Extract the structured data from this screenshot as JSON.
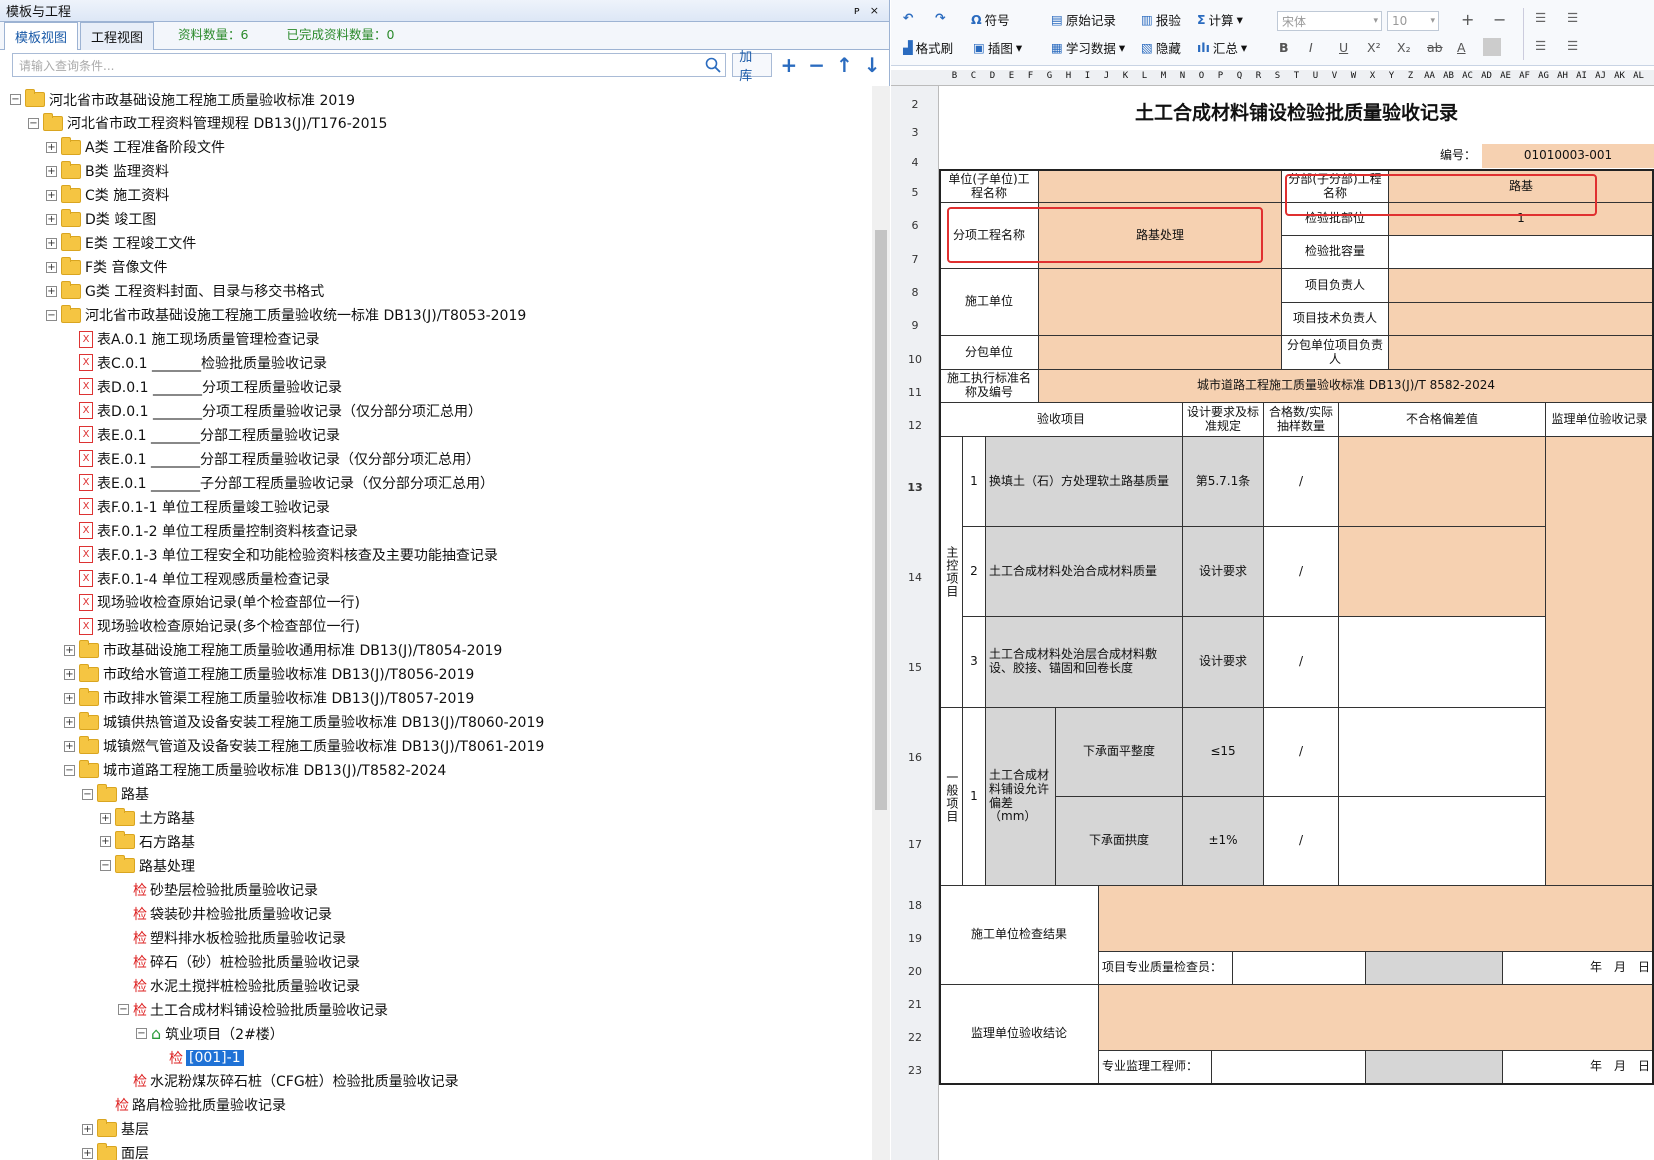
{
  "left_panel": {
    "title": "模板与工程",
    "pin": "ᴘ",
    "close": "×",
    "tabs": [
      "模板视图",
      "工程视图"
    ],
    "data_count": "资料数量：6",
    "done_count": "已完成资料数量：0",
    "search_placeholder": "请输入查询条件...",
    "btn_add_lib": "加库",
    "tree": [
      {
        "label": "河北省市政基础设施工程施工质量验收标准 2019",
        "icon": "folder-icon",
        "level": 0,
        "exp": "-"
      },
      {
        "label": "河北省市政工程资料管理规程 DB13(J)/T176-2015",
        "icon": "folder-icon",
        "level": 1,
        "exp": "-"
      },
      {
        "label": "A类 工程准备阶段文件",
        "icon": "folder-icon",
        "level": 2,
        "exp": "+"
      },
      {
        "label": "B类 监理资料",
        "icon": "folder-icon",
        "level": 2,
        "exp": "+"
      },
      {
        "label": "C类 施工资料",
        "icon": "folder-icon",
        "level": 2,
        "exp": "+"
      },
      {
        "label": "D类 竣工图",
        "icon": "folder-icon",
        "level": 2,
        "exp": "+"
      },
      {
        "label": "E类 工程竣工文件",
        "icon": "folder-icon",
        "level": 2,
        "exp": "+"
      },
      {
        "label": "F类 音像文件",
        "icon": "folder-icon",
        "level": 2,
        "exp": "+"
      },
      {
        "label": "G类 工程资料封面、目录与移交书格式",
        "icon": "folder-icon",
        "level": 2,
        "exp": "+"
      },
      {
        "label": "河北省市政基础设施工程施工质量验收统一标准 DB13(J)/T8053-2019",
        "icon": "folder-icon",
        "level": 2,
        "exp": "-"
      },
      {
        "label": "表A.0.1 施工现场质量管理检查记录",
        "icon": "pdf-icon",
        "level": 3
      },
      {
        "label": "表C.0.1 _______检验批质量验收记录",
        "icon": "pdf-icon",
        "level": 3
      },
      {
        "label": "表D.0.1 _______分项工程质量验收记录",
        "icon": "pdf-icon",
        "level": 3
      },
      {
        "label": "表D.0.1 _______分项工程质量验收记录（仅分部分项汇总用）",
        "icon": "pdf-icon",
        "level": 3
      },
      {
        "label": "表E.0.1 _______分部工程质量验收记录",
        "icon": "pdf-icon",
        "level": 3
      },
      {
        "label": "表E.0.1 _______分部工程质量验收记录（仅分部分项汇总用）",
        "icon": "pdf-icon",
        "level": 3
      },
      {
        "label": "表E.0.1 _______子分部工程质量验收记录（仅分部分项汇总用）",
        "icon": "pdf-icon",
        "level": 3
      },
      {
        "label": "表F.0.1-1 单位工程质量竣工验收记录",
        "icon": "pdf-icon",
        "level": 3
      },
      {
        "label": "表F.0.1-2 单位工程质量控制资料核查记录",
        "icon": "pdf-icon",
        "level": 3
      },
      {
        "label": "表F.0.1-3 单位工程安全和功能检验资料核查及主要功能抽查记录",
        "icon": "pdf-icon",
        "level": 3
      },
      {
        "label": "表F.0.1-4 单位工程观感质量检查记录",
        "icon": "pdf-icon",
        "level": 3
      },
      {
        "label": "现场验收检查原始记录(单个检查部位一行)",
        "icon": "pdf-icon",
        "level": 3
      },
      {
        "label": "现场验收检查原始记录(多个检查部位一行)",
        "icon": "pdf-icon",
        "level": 3
      },
      {
        "label": "市政基础设施工程施工质量验收通用标准 DB13(J)/T8054-2019",
        "icon": "folder-icon",
        "level": 3,
        "exp": "+"
      },
      {
        "label": "市政给水管道工程施工质量验收标准 DB13(J)/T8056-2019",
        "icon": "folder-icon",
        "level": 3,
        "exp": "+"
      },
      {
        "label": "市政排水管渠工程施工质量验收标准 DB13(J)/T8057-2019",
        "icon": "folder-icon",
        "level": 3,
        "exp": "+"
      },
      {
        "label": "城镇供热管道及设备安装工程施工质量验收标准 DB13(J)/T8060-2019",
        "icon": "folder-icon",
        "level": 3,
        "exp": "+"
      },
      {
        "label": "城镇燃气管道及设备安装工程施工质量验收标准 DB13(J)/T8061-2019",
        "icon": "folder-icon",
        "level": 3,
        "exp": "+"
      },
      {
        "label": "城市道路工程施工质量验收标准 DB13(J)/T8582-2024",
        "icon": "folder-icon",
        "level": 3,
        "exp": "-"
      },
      {
        "label": "路基",
        "icon": "folder-icon",
        "level": 4,
        "exp": "-"
      },
      {
        "label": "土方路基",
        "icon": "folder-icon",
        "level": 5,
        "exp": "+"
      },
      {
        "label": "石方路基",
        "icon": "folder-icon",
        "level": 5,
        "exp": "+"
      },
      {
        "label": "路基处理",
        "icon": "folder-icon",
        "level": 5,
        "exp": "-"
      },
      {
        "label": "砂垫层检验批质量验收记录",
        "icon": "jian-icon",
        "level": 6
      },
      {
        "label": "袋装砂井检验批质量验收记录",
        "icon": "jian-icon",
        "level": 6
      },
      {
        "label": "塑料排水板检验批质量验收记录",
        "icon": "jian-icon",
        "level": 6
      },
      {
        "label": "碎石（砂）桩检验批质量验收记录",
        "icon": "jian-icon",
        "level": 6
      },
      {
        "label": "水泥土搅拌桩检验批质量验收记录",
        "icon": "jian-icon",
        "level": 6
      },
      {
        "label": "土工合成材料铺设检验批质量验收记录",
        "icon": "jian-icon",
        "level": 6,
        "exp": "-"
      },
      {
        "label": "筑业项目（2#楼）",
        "icon": "home-icon",
        "level": 7,
        "exp": "-"
      },
      {
        "label": "[001]-1",
        "icon": "jian-icon",
        "level": 8,
        "selected": true
      },
      {
        "label": "水泥粉煤灰碎石桩（CFG桩）检验批质量验收记录",
        "icon": "jian-icon",
        "level": 6
      },
      {
        "label": "路肩检验批质量验收记录",
        "icon": "jian-icon",
        "level": 5
      },
      {
        "label": "基层",
        "icon": "folder-icon",
        "level": 4,
        "exp": "+"
      },
      {
        "label": "面层",
        "icon": "folder-icon",
        "level": 4,
        "exp": "+"
      }
    ]
  },
  "ribbon": {
    "symbol": "符号",
    "format_brush": "格式刷",
    "insert_image": "插图",
    "raw_record": "原始记录",
    "study_data": "学习数据",
    "report_check": "报验",
    "hide": "隐藏",
    "calc": "计算",
    "summary": "汇总",
    "font_name": "宋体",
    "font_size": "10",
    "bold": "B",
    "italic": "I",
    "underline": "U",
    "sup": "X²",
    "sub": "X₂",
    "strike": "ab",
    "color": "A"
  },
  "columns": [
    "B",
    "C",
    "D",
    "E",
    "F",
    "G",
    "H",
    "I",
    "J",
    "K",
    "L",
    "M",
    "N",
    "O",
    "P",
    "Q",
    "R",
    "S",
    "T",
    "U",
    "V",
    "W",
    "X",
    "Y",
    "Z",
    "AA",
    "AB",
    "AC",
    "AD",
    "AE",
    "AF",
    "AG",
    "AH",
    "AI",
    "AJ",
    "AK",
    "AL"
  ],
  "rows": [
    "2",
    "3",
    "4",
    "5",
    "6",
    "7",
    "8",
    "9",
    "10",
    "11",
    "12",
    "13",
    "14",
    "15",
    "16",
    "17",
    "18",
    "19",
    "20",
    "21",
    "22",
    "23"
  ],
  "form": {
    "title": "土工合成材料铺设检验批质量验收记录",
    "code_label": "编号：",
    "code_value": "01010003-001",
    "unit_label": "单位(子单位)工程名称",
    "unit_value": "",
    "division_label": "分部(子分部)工程名称",
    "division_value": "路基",
    "subitem_label": "分项工程名称",
    "subitem_value": "路基处理",
    "batch_part_label": "检验批部位",
    "batch_part_value": "1",
    "batch_cap_label": "检验批容量",
    "contractor_label": "施工单位",
    "pm_label": "项目负责人",
    "tech_label": "项目技术负责人",
    "sub_label": "分包单位",
    "sub_pm_label": "分包单位项目负责人",
    "std_label": "施工执行标准名称及编号",
    "std_value": "城市道路工程施工质量验收标准 DB13(J)/T 8582-2024",
    "h_item": "验收项目",
    "h_design": "设计要求及标准规定",
    "h_count": "合格数/实际抽样数量",
    "h_dev": "不合格偏差值",
    "h_sup": "监理单位验收记录",
    "main_label": "主控项目",
    "general_label": "一般项目",
    "m1_no": "1",
    "m1_item": "换填土（石）方处理软土路基质量",
    "m1_design": "第5.7.1条",
    "m1_count": "/",
    "m2_no": "2",
    "m2_item": "土工合成材料处治合成材料质量",
    "m2_design": "设计要求",
    "m2_count": "/",
    "m3_no": "3",
    "m3_item": "土工合成材料处治层合成材料敷设、胶接、锚固和回卷长度",
    "m3_design": "设计要求",
    "m3_count": "/",
    "g1_no": "1",
    "g1_item": "土工合成材料铺设允许偏差（mm）",
    "g1a": "下承面平整度",
    "g1a_design": "≤15",
    "g1a_count": "/",
    "g1b": "下承面拱度",
    "g1b_design": "±1%",
    "g1b_count": "/",
    "check_result": "施工单位检查结果",
    "inspector": "项目专业质量检查员：",
    "date": "年　月　日",
    "sup_conclusion": "监理单位验收结论",
    "sup_engineer": "专业监理工程师：",
    "date2": "年　月　日"
  }
}
